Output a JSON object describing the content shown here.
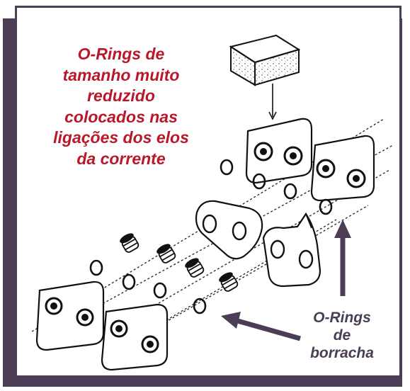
{
  "callout_top": {
    "lines": [
      "O-Rings de",
      "tamanho muito",
      "reduzido",
      "colocados nas",
      "ligações dos elos",
      "da corrente"
    ]
  },
  "callout_bottom": {
    "lines": [
      "O-Rings",
      "de",
      "borracha"
    ]
  },
  "colors": {
    "callout_red": "#b8182a",
    "frame_purple": "#4a3d55"
  }
}
